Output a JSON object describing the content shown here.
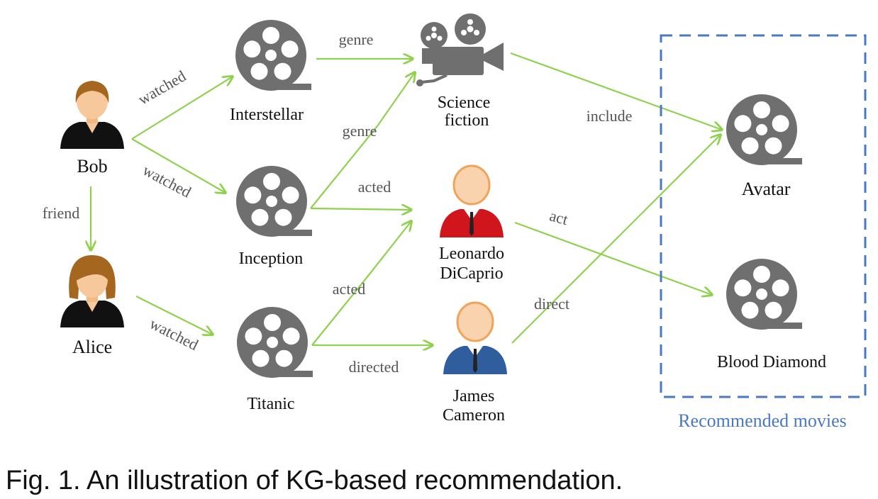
{
  "nodes": {
    "bob": "Bob",
    "alice": "Alice",
    "interstellar": "Interstellar",
    "inception": "Inception",
    "titanic": "Titanic",
    "science_fiction": [
      "Science",
      "fiction"
    ],
    "leonardo": [
      "Leonardo",
      "DiCaprio"
    ],
    "james": [
      "James",
      "Cameron"
    ],
    "avatar": "Avatar",
    "blood_diamond": "Blood Diamond"
  },
  "edges": {
    "bob_interstellar": "watched",
    "bob_inception": "watched",
    "bob_alice": "friend",
    "alice_titanic": "watched",
    "interstellar_scifi": "genre",
    "inception_scifi": "genre",
    "inception_leonardo": "acted",
    "titanic_leonardo": "acted",
    "titanic_james": "directed",
    "scifi_avatar": "include",
    "leonardo_blood": "act",
    "james_avatar": "direct"
  },
  "group_label": "Recommended movies",
  "caption": "Fig. 1. An illustration of KG-based recommendation.",
  "colors": {
    "edge": "#8fd14f",
    "reel": "#6f6f6f",
    "group_border": "#4a78c2",
    "leonardo_shirt": "#d0151c",
    "james_shirt": "#2f5d9e"
  },
  "icons": {
    "people": "person-icon",
    "movies": "film-reel-icon",
    "genre": "movie-camera-icon"
  }
}
